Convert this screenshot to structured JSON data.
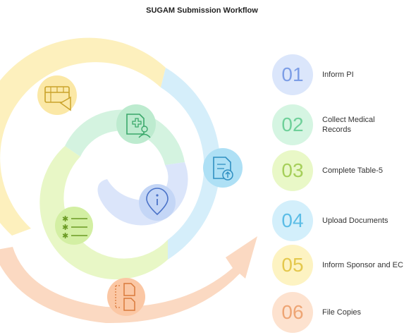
{
  "title": "SUGAM Submission Workflow",
  "steps": [
    {
      "number": "01",
      "label": "Inform PI",
      "bg": "#dbe6fb",
      "fg": "#7d9ee6",
      "icon": "info-icon"
    },
    {
      "number": "02",
      "label": "Collect Medical Records",
      "bg": "#d5f5e2",
      "fg": "#6fd09a",
      "icon": "medical-record-icon"
    },
    {
      "number": "03",
      "label": "Complete Table-5",
      "bg": "#e9f8c7",
      "fg": "#a6cf5a",
      "icon": "checklist-icon"
    },
    {
      "number": "04",
      "label": "Upload Documents",
      "bg": "#d3effb",
      "fg": "#5cbde6",
      "icon": "upload-document-icon"
    },
    {
      "number": "05",
      "label": "Inform Sponsor and EC",
      "bg": "#fdf3c2",
      "fg": "#e4c84d",
      "icon": "megaphone-board-icon"
    },
    {
      "number": "06",
      "label": "File Copies",
      "bg": "#fde2cf",
      "fg": "#eea574",
      "icon": "file-copies-icon"
    }
  ]
}
